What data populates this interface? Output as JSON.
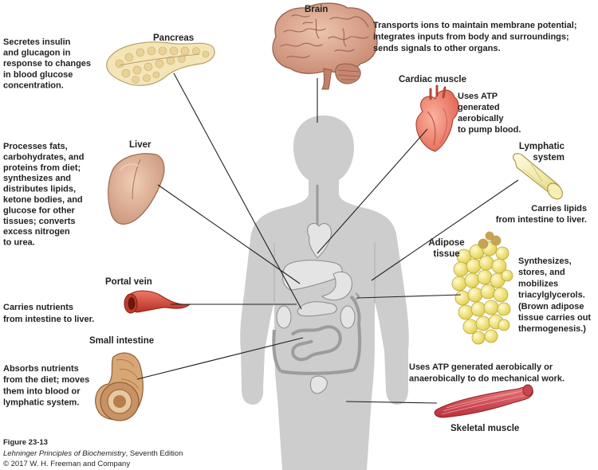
{
  "organs": {
    "brain": {
      "label": "Brain",
      "description": [
        "Transports ions to maintain membrane potential;",
        "integrates inputs from body and surroundings;",
        "sends signals to other organs."
      ]
    },
    "pancreas": {
      "label": "Pancreas",
      "description": [
        "Secretes insulin",
        "and glucagon in",
        "response to changes",
        "in blood glucose",
        "concentration."
      ]
    },
    "cardiac_muscle": {
      "label": "Cardiac muscle",
      "description": [
        "Uses ATP",
        "generated",
        "aerobically",
        "to pump blood."
      ]
    },
    "lymphatic_system": {
      "label": [
        "Lymphatic",
        "system"
      ],
      "description": [
        "Carries lipids",
        "from intestine to liver."
      ]
    },
    "liver": {
      "label": "Liver",
      "description": [
        "Processes fats,",
        "carbohydrates, and",
        "proteins from diet;",
        "synthesizes and",
        "distributes lipids,",
        "ketone bodies, and",
        "glucose for other",
        "tissues; converts",
        "excess nitrogen",
        "to urea."
      ]
    },
    "adipose_tissue": {
      "label": [
        "Adipose",
        "tissue"
      ],
      "description": [
        "Synthesizes,",
        "stores, and",
        "mobilizes",
        "triacylglycerols.",
        "(Brown adipose",
        "tissue carries out",
        "thermogenesis.)"
      ]
    },
    "portal_vein": {
      "label": "Portal vein",
      "description": [
        "Carries nutrients",
        "from intestine to liver."
      ]
    },
    "small_intestine": {
      "label": "Small intestine",
      "description": [
        "Absorbs nutrients",
        "from the diet; moves",
        "them into blood or",
        "lymphatic system."
      ]
    },
    "skeletal_muscle": {
      "label": "Skeletal muscle",
      "description": [
        "Uses ATP generated aerobically or",
        "anaerobically to do mechanical work."
      ]
    }
  },
  "caption": {
    "figure": "Figure 23-13",
    "book": "Lehninger Principles of Biochemistry",
    "edition": ", Seventh Edition",
    "copyright": "© 2017 W. H. Freeman and Company"
  },
  "colors": {
    "body": "#c9c9c9",
    "organ_outline": "#7a7a7a",
    "brain": "#d9a68e",
    "pancreas": "#f3e3b4",
    "heart": "#f08070",
    "lymph": "#f5eba9",
    "liver": "#dfb498",
    "adipose": "#f0e070",
    "portal_vein": "#d9473a",
    "intestine": "#d8a775",
    "muscle": "#d5454a",
    "leader": "#231f20"
  },
  "icons": [
    "brain-icon",
    "pancreas-icon",
    "heart-icon",
    "lymphatic-vessel-icon",
    "liver-icon",
    "adipose-tissue-icon",
    "portal-vein-icon",
    "small-intestine-icon",
    "skeletal-muscle-icon"
  ]
}
